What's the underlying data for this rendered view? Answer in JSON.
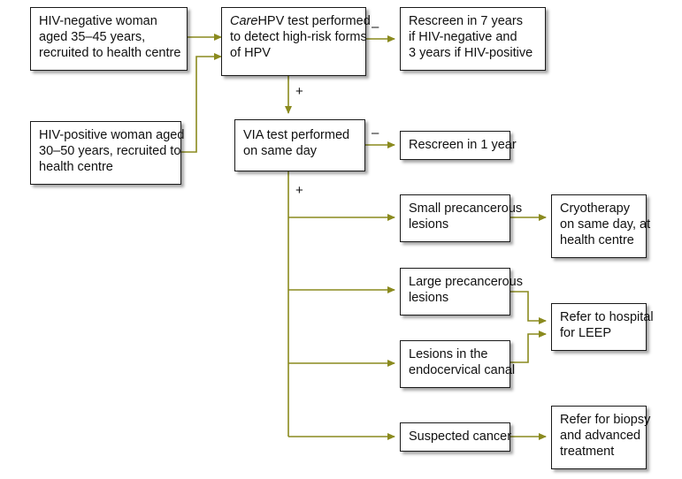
{
  "boxes": {
    "hiv_negative": [
      "HIV-negative woman",
      "aged 35–45 years,",
      "recruited to health centre"
    ],
    "hiv_positive": [
      "HIV-positive woman aged",
      "30–50 years, recruited to",
      "health centre"
    ],
    "carehpv": {
      "italic": "Care",
      "rest": "HPV test performed",
      "lines": [
        "to detect  high-risk forms",
        "of HPV"
      ]
    },
    "rescreen_7": [
      "Rescreen in 7 years",
      "if HIV-negative and",
      "3 years if HIV-positive"
    ],
    "via": [
      "VIA test performed",
      "on same day"
    ],
    "rescreen_1": [
      "Rescreen in 1 year"
    ],
    "small_lesions": [
      "Small precancerous",
      "lesions"
    ],
    "cryotherapy": [
      "Cryotherapy",
      "on same day, at",
      "health centre"
    ],
    "large_lesions": [
      "Large precancerous",
      "lesions"
    ],
    "refer_leep": [
      "Refer to hospital",
      "for LEEP"
    ],
    "endocervical": [
      "Lesions in the",
      "endocervical canal"
    ],
    "suspected_cancer": [
      "Suspected cancer"
    ],
    "refer_biopsy": [
      "Refer for biopsy",
      "and advanced",
      "treatment"
    ]
  },
  "signs": {
    "hpv_negative": "–",
    "hpv_positive": "+",
    "via_negative": "–",
    "via_positive": "+"
  },
  "colors": {
    "arrow": "#8a8a1e",
    "border": "#1a1a1a"
  }
}
